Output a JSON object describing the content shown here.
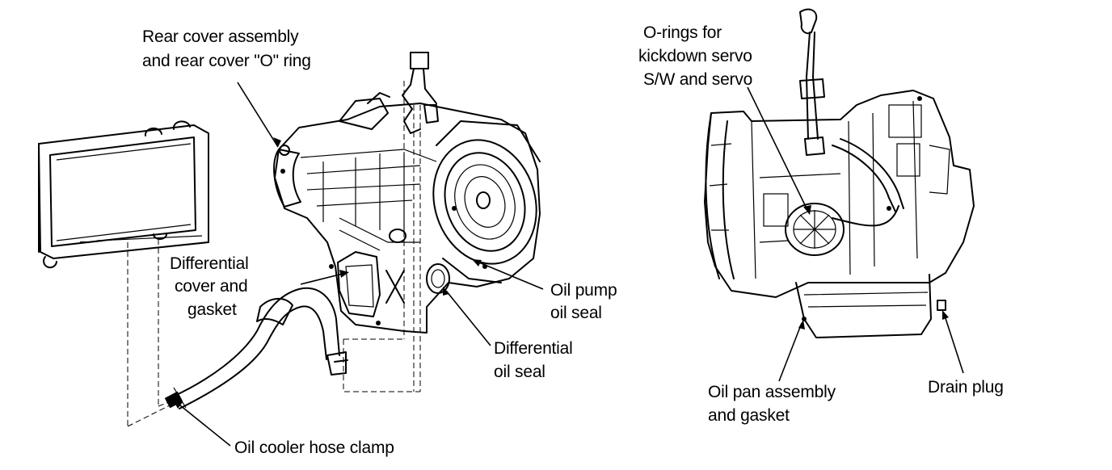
{
  "labels": {
    "rear_cover_line1": "Rear cover assembly",
    "rear_cover_line2": "and rear cover \"O\" ring",
    "diff_cover_line1": "Differential",
    "diff_cover_line2": "cover and",
    "diff_cover_line3": "gasket",
    "oil_pump_line1": "Oil pump",
    "oil_pump_line2": "oil seal",
    "diff_seal_line1": "Differential",
    "diff_seal_line2": "oil seal",
    "hose_clamp": "Oil cooler hose clamp",
    "orings_line1": "O-rings for",
    "orings_line2": "kickdown servo",
    "orings_line3": "S/W and servo",
    "oil_pan_line1": "Oil pan assembly",
    "oil_pan_line2": "and gasket",
    "drain_plug": "Drain plug"
  }
}
